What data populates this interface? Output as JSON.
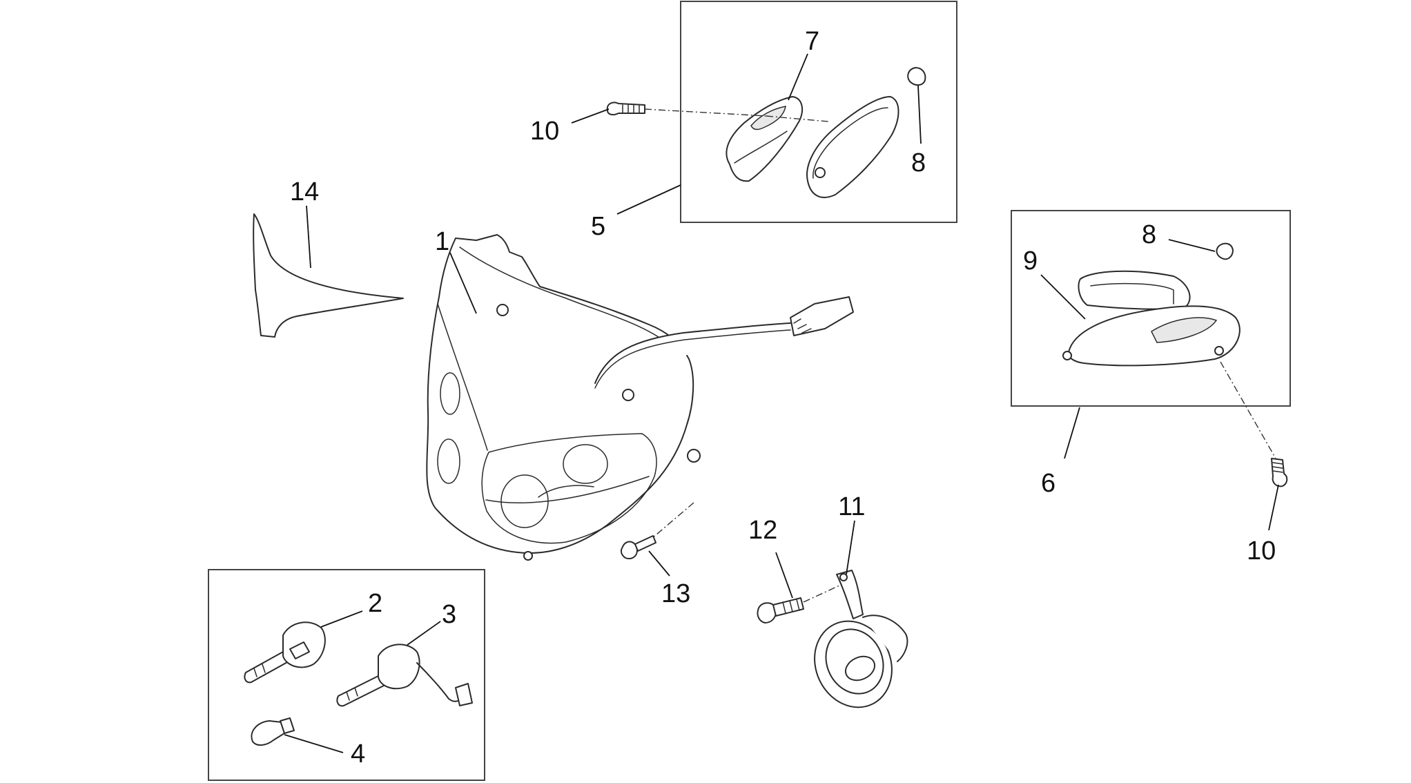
{
  "diagram": {
    "callouts": {
      "c1": "1",
      "c2": "2",
      "c3": "3",
      "c4": "4",
      "c5": "5",
      "c6": "6",
      "c7": "7",
      "c8a": "8",
      "c8b": "8",
      "c9": "9",
      "c10a": "10",
      "c10b": "10",
      "c11": "11",
      "c12": "12",
      "c13": "13",
      "c14": "14"
    },
    "parts": [
      {
        "key": "headlight-assembly",
        "callout": "1"
      },
      {
        "key": "headlight-bulb-holder",
        "callout": "2"
      },
      {
        "key": "bulb-holder-with-wiring",
        "callout": "3"
      },
      {
        "key": "small-bulb",
        "callout": "4"
      },
      {
        "key": "front-turn-indicator-left-kit",
        "callout": "5"
      },
      {
        "key": "front-turn-indicator-right-kit",
        "callout": "6"
      },
      {
        "key": "indicator-lens-left",
        "callout": "7"
      },
      {
        "key": "indicator-bulb",
        "callout": "8"
      },
      {
        "key": "indicator-lens-right",
        "callout": "9"
      },
      {
        "key": "indicator-screw",
        "callout": "10"
      },
      {
        "key": "horn",
        "callout": "11"
      },
      {
        "key": "horn-bolt",
        "callout": "12"
      },
      {
        "key": "headlight-screw",
        "callout": "13"
      },
      {
        "key": "trim-panel",
        "callout": "14"
      }
    ]
  }
}
